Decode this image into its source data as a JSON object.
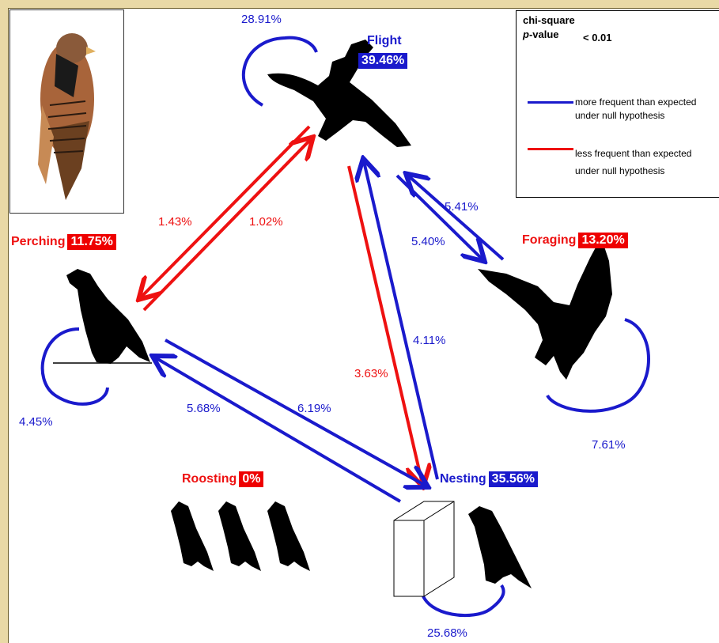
{
  "colors": {
    "more_frequent": "#1a1acc",
    "less_frequent": "#ee1111",
    "background": "#e9d9a6"
  },
  "legend": {
    "title": "chi-square",
    "pvalue_label": "p",
    "pvalue_suffix": "-value",
    "pvalue_value": "< 0.01",
    "blue_line_1": "more frequent than expected",
    "blue_line_2": "under null hypothesis",
    "red_line_1": "less frequent than expected",
    "red_line_2": "under null hypothesis"
  },
  "states": {
    "flight": {
      "label": "Flight",
      "value": "39.46%",
      "self_loop": "28.91%"
    },
    "perching": {
      "label": "Perching",
      "value": "11.75%",
      "self_loop": "4.45%"
    },
    "foraging": {
      "label": "Foraging",
      "value": "13.20%",
      "self_loop": "7.61%"
    },
    "nesting": {
      "label": "Nesting",
      "value": "35.56%",
      "self_loop": "25.68%"
    },
    "roosting": {
      "label": "Roosting",
      "value": "0%"
    }
  },
  "transitions": {
    "flight_to_perching": "1.43%",
    "perching_to_flight": "1.02%",
    "flight_to_foraging": "5.40%",
    "foraging_to_flight": "5.41%",
    "flight_to_nesting": "3.63%",
    "nesting_to_flight": "4.11%",
    "perching_to_nesting": "6.19%",
    "nesting_to_perching": "5.68%"
  }
}
